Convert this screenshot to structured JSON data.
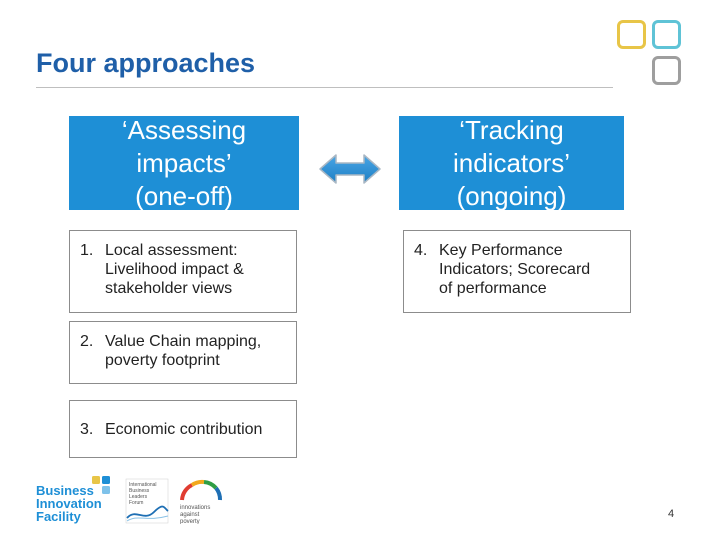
{
  "slide": {
    "title": "Four approaches",
    "page_number": "4"
  },
  "headers": {
    "left": "‘Assessing\nimpacts’\n(one-off)",
    "right": "‘Tracking\nindicators’\n(ongoing)"
  },
  "items": [
    {
      "number": "1.",
      "text": "Local assessment:\nLivelihood impact &\nstakeholder views"
    },
    {
      "number": "2.",
      "text": "Value Chain mapping,\npoverty footprint"
    },
    {
      "number": "3.",
      "text": "Economic contribution"
    },
    {
      "number": "4.",
      "text": "Key Performance\nIndicators; Scorecard\nof performance"
    }
  ],
  "logos": {
    "bif": {
      "line1": "Business",
      "line2": "Innovation",
      "line3": "Facility"
    },
    "iba": {
      "lines": [
        "International",
        "Business",
        "Leaders",
        "Forum"
      ]
    },
    "iap": {
      "lines": [
        "innovations",
        "against",
        "poverty"
      ]
    }
  },
  "colors": {
    "accent_blue": "#1e8fd6",
    "title_blue": "#1f5fa8",
    "square_yellow": "#e8c547",
    "square_teal": "#5fc3d6",
    "square_gray": "#9e9e9e"
  },
  "icons": {
    "double_arrow": "double-headed-arrow",
    "corner_squares": "three-rounded-squares"
  }
}
